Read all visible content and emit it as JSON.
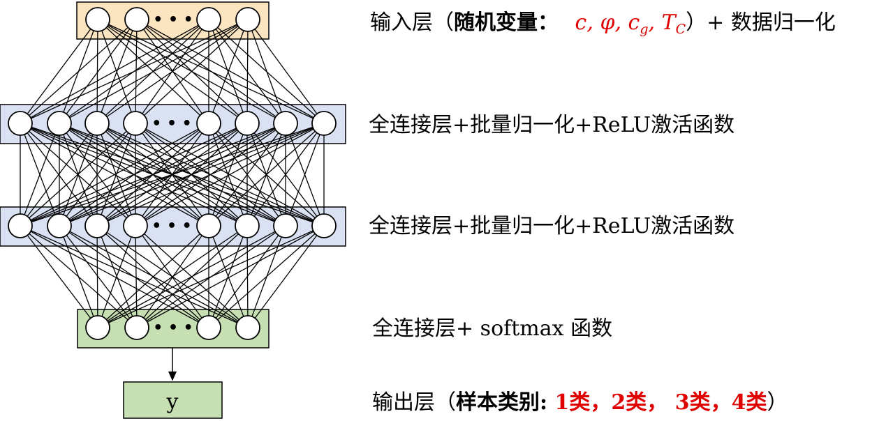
{
  "colors": {
    "input_fill": "#fbe5c0",
    "hidden_fill": "#d9e1f2",
    "output_fill": "#c6e0b4",
    "result_fill": "#c6e0b4",
    "stroke": "#000000",
    "accent_red": "#e00000"
  },
  "layers": [
    {
      "id": "input",
      "node_count": 4
    },
    {
      "id": "hidden1",
      "node_count": 8
    },
    {
      "id": "hidden2",
      "node_count": 8
    },
    {
      "id": "output",
      "node_count": 4
    }
  ],
  "ellipsis": "• • •",
  "result_box_text": "y",
  "labels": {
    "input": {
      "prefix": "输入层（",
      "bold": "随机变量：",
      "var_c": "c,",
      "var_phi": "φ,",
      "var_cg": "c",
      "var_cg_sub": "g",
      "var_cg_comma": ",",
      "var_tc": "T",
      "var_tc_sub": "C",
      "suffix": "）+ 数据归一化"
    },
    "hidden1": "全连接层+批量归一化+ReLU激活函数",
    "hidden2": "全连接层+批量归一化+ReLU激活函数",
    "output": "全连接层+ softmax 函数",
    "result": {
      "prefix": "输出层（",
      "bold": "样本类别: ",
      "c1": "1类",
      "sep1": "，",
      "c2": "2类",
      "sep2": "， ",
      "c3": "3类",
      "sep3": "，",
      "c4": "4类",
      "suffix": "）"
    }
  }
}
